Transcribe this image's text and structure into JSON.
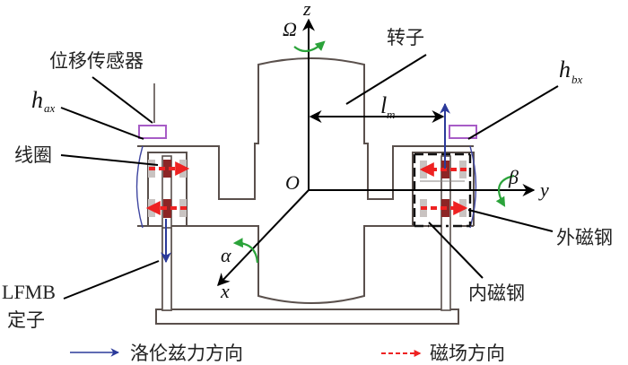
{
  "figure": {
    "labels": {
      "sensor": "位移传感器",
      "h_ax_main": "h",
      "h_ax_sub": "ax",
      "h_bx_main": "h",
      "h_bx_sub": "bx",
      "coil": "线圈",
      "rotor": "转子",
      "lm_main": "l",
      "lm_sub": "m",
      "outer_magnet": "外磁钢",
      "inner_magnet": "内磁钢",
      "stator_line1": "LFMB",
      "stator_line2": "定子"
    },
    "axes": {
      "z": "z",
      "y": "y",
      "x": "x",
      "origin": "O",
      "omega": "Ω",
      "alpha": "α",
      "beta": "β"
    },
    "legend": [
      {
        "label": "洛伦兹力方向",
        "style": "solid",
        "color": "#2b3a9a"
      },
      {
        "label": "磁场方向",
        "style": "dashed",
        "color": "#ee2222"
      }
    ],
    "colors": {
      "structure": "#5a504c",
      "sensor": "#a75cc6",
      "coil": "#8c2525",
      "magnet": "#c9c3c1",
      "magnetic_field": "#ee2222",
      "lorentz_force": "#2b3a9a",
      "rotation": "#2ba33a"
    }
  }
}
